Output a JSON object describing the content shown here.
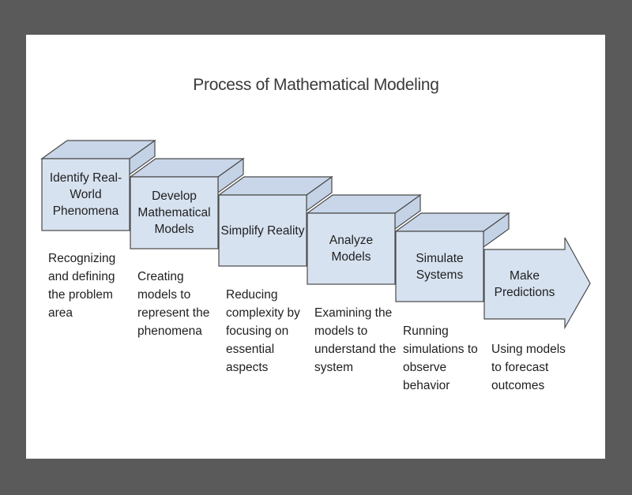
{
  "title": "Process of Mathematical Modeling",
  "colors": {
    "box_fill": "#d7e2f0",
    "box_stroke": "#4a4a4a",
    "frame": "#5a5a5a"
  },
  "steps": [
    {
      "label": "Identify Real-\nWorld\nPhenomena",
      "description": "Recognizing\nand defining\nthe problem\narea"
    },
    {
      "label": "Develop\nMathematical\nModels",
      "description": "Creating\nmodels to\nrepresent the\nphenomena"
    },
    {
      "label": "Simplify Reality",
      "description": "Reducing\ncomplexity by\nfocusing on\nessential\naspects"
    },
    {
      "label": "Analyze\nModels",
      "description": "Examining the\nmodels to\nunderstand the\nsystem"
    },
    {
      "label": "Simulate\nSystems",
      "description": "Running\nsimulations to\nobserve\nbehavior"
    },
    {
      "label": "Make\nPredictions",
      "description": "Using models\nto forecast\noutcomes"
    }
  ]
}
